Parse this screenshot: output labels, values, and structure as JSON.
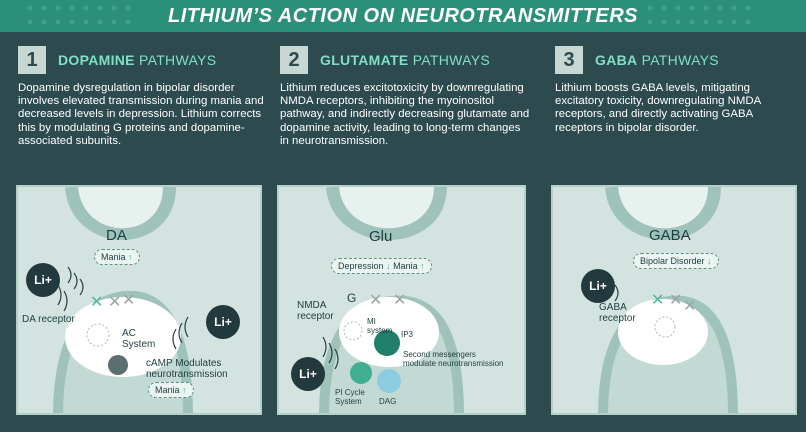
{
  "title": "LITHIUM’S ACTION ON NEUROTRANSMITTERS",
  "sections": [
    {
      "number": "1",
      "title_bold": "DOPAMINE",
      "title_rest": " PATHWAYS",
      "description": "Dopamine dysregulation in bipolar disorder involves elevated transmission during mania and decreased levels in depression. Lithium corrects this by modulating G proteins and dopamine-associated subunits."
    },
    {
      "number": "2",
      "title_bold": "GLUTAMATE",
      "title_rest": " PATHWAYS",
      "description": "Lithium reduces excitotoxicity by downregulating NMDA receptors, inhibiting the myoinositol pathway, and indirectly decreasing glutamate and dopamine activity, leading to long-term changes in neurotransmission."
    },
    {
      "number": "3",
      "title_bold": "GABA",
      "title_rest": " PATHWAYS",
      "description": "Lithium boosts GABA levels, mitigating excitatory toxicity, downregulating NMDA receptors, and directly activating GABA receptors in bipolar disorder."
    }
  ],
  "panel1": {
    "neurotransmitter": "DA",
    "pill_top": "Mania",
    "pill_top_arrow": "↑",
    "receptor": "DA receptor",
    "ac_system": "AC\nSystem",
    "camp": "cAMP Modulates\nneurotransmission",
    "pill_bottom": "Mania",
    "pill_bottom_arrow": "↑",
    "lithium_left": "Li+",
    "lithium_right": "Li+"
  },
  "panel2": {
    "neurotransmitter": "Glu",
    "pill_top_a": "Depression",
    "pill_top_a_arrow": "↓",
    "pill_top_b": "Mania",
    "pill_top_b_arrow": "↑",
    "receptor": "NMDA\nreceptor",
    "g_label": "G",
    "mi": "MI\nsystem",
    "ip3": "IP3",
    "second": "Second messengers\nmodulate neurotransmission",
    "pi": "PI Cycle\nSystem",
    "dag": "DAG",
    "lithium": "Li+"
  },
  "panel3": {
    "neurotransmitter": "GABA",
    "pill": "Bipolar Disorder",
    "pill_arrow": "↓",
    "receptor": "GABA\nreceptor",
    "lithium": "Li+"
  },
  "colors": {
    "background": "#2d4a4f",
    "banner": "#2c8f78",
    "accent": "#7fe0c4",
    "panel": "#d3e4e0",
    "lithium": "#22393d"
  }
}
